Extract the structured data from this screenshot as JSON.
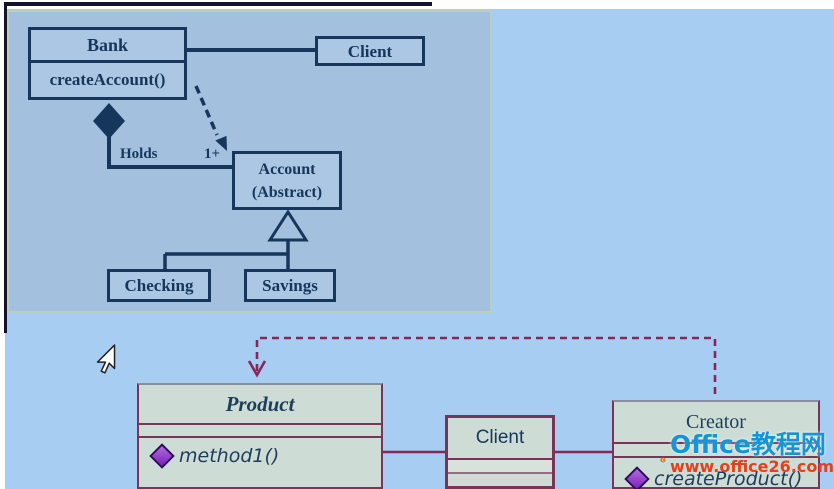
{
  "page": {
    "bg_outer": "#ffffff",
    "bg_main": "#a7cdf2"
  },
  "top_panel": {
    "bg": "#a3c1df",
    "border_color": "#bccfbc",
    "frame_line_color": "#13132d",
    "uml": {
      "ink": "#16365c",
      "bank": {
        "title": "Bank",
        "method": "createAccount()"
      },
      "client": {
        "title": "Client"
      },
      "account": {
        "line1": "Account",
        "line2": "(Abstract)"
      },
      "checking": {
        "title": "Checking"
      },
      "savings": {
        "title": "Savings"
      },
      "holds_label": "Holds",
      "multiplicity_label": "1+"
    }
  },
  "bottom_diagram": {
    "box_fill": "#cddcd4",
    "box_border": "#7a3458",
    "line_color": "#84285a",
    "diamond_color": "#9633cc",
    "ink": "#1d3d5a",
    "product": {
      "title": "Product",
      "method": "method1()"
    },
    "client": {
      "title": "Client"
    },
    "creator": {
      "title": "Creator",
      "method": "createProduct()"
    }
  },
  "watermark": {
    "site_name": "Office教程网",
    "site_url": "www.office26.com",
    "logo_color": "#e85c10",
    "name_color": "#1695d6",
    "url_color": "#e5401a"
  }
}
